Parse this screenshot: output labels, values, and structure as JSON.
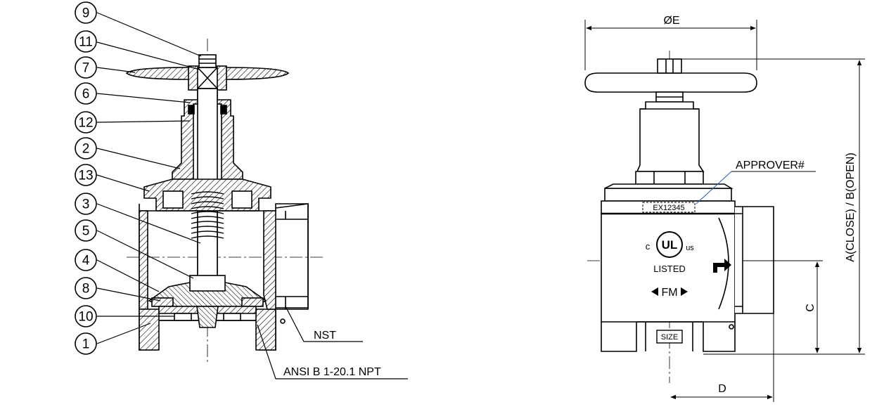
{
  "left_view": {
    "balloons": [
      "9",
      "11",
      "7",
      "6",
      "12",
      "2",
      "13",
      "3",
      "5",
      "4",
      "8",
      "10",
      "1"
    ],
    "callouts": {
      "nst": "NST",
      "npt": "ANSI B 1-20.1 NPT"
    }
  },
  "right_view": {
    "dimensions": {
      "e": "ØE",
      "a_b": "A(CLOSE) / B(OPEN)",
      "c": "C",
      "d": "D"
    },
    "approver_label": "APPROVER#",
    "approver_number": "EX12345",
    "ul_c": "c",
    "ul_mark": "UL",
    "ul_us": "us",
    "listed": "LISTED",
    "fm": "FM",
    "size": "SIZE"
  }
}
